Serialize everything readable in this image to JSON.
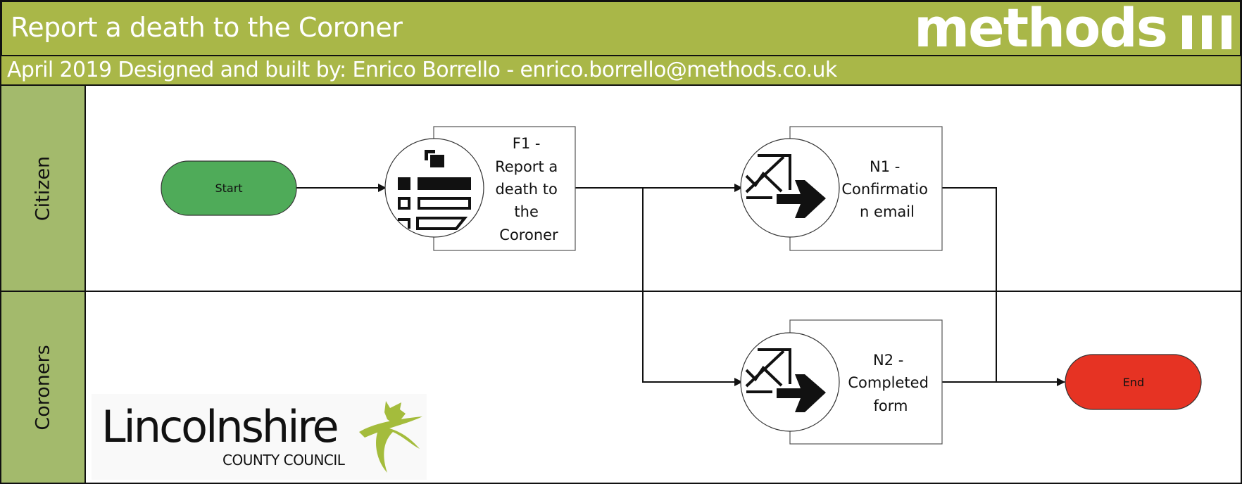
{
  "header": {
    "title": "Report a death to the Coroner",
    "brand": "methods",
    "brand_icon": "three-bars-icon",
    "credit": "April 2019 Designed and built by: Enrico Borrello - enrico.borrello@methods.co.uk"
  },
  "colors": {
    "header_bg": "#a9b748",
    "lane_label_bg": "#a3ba6c",
    "start_fill": "#4fab59",
    "end_fill": "#e63323"
  },
  "lanes": [
    {
      "label": "Citizen"
    },
    {
      "label": "Coroners"
    }
  ],
  "nodes": {
    "start": {
      "label": "Start"
    },
    "end": {
      "label": "End"
    },
    "f1": {
      "lines": [
        "F1 -",
        "Report a",
        "death to",
        "the",
        "Coroner"
      ],
      "icon": "form-icon"
    },
    "n1": {
      "lines": [
        "N1 -",
        "Confirmatio",
        "n email"
      ],
      "icon": "send-email-icon"
    },
    "n2": {
      "lines": [
        "N2 -",
        "Completed",
        "form"
      ],
      "icon": "send-email-icon"
    }
  },
  "logo": {
    "name": "Lincolnshire",
    "subtitle": "COUNTY COUNCIL",
    "icon": "lincolnshire-imp-icon"
  }
}
